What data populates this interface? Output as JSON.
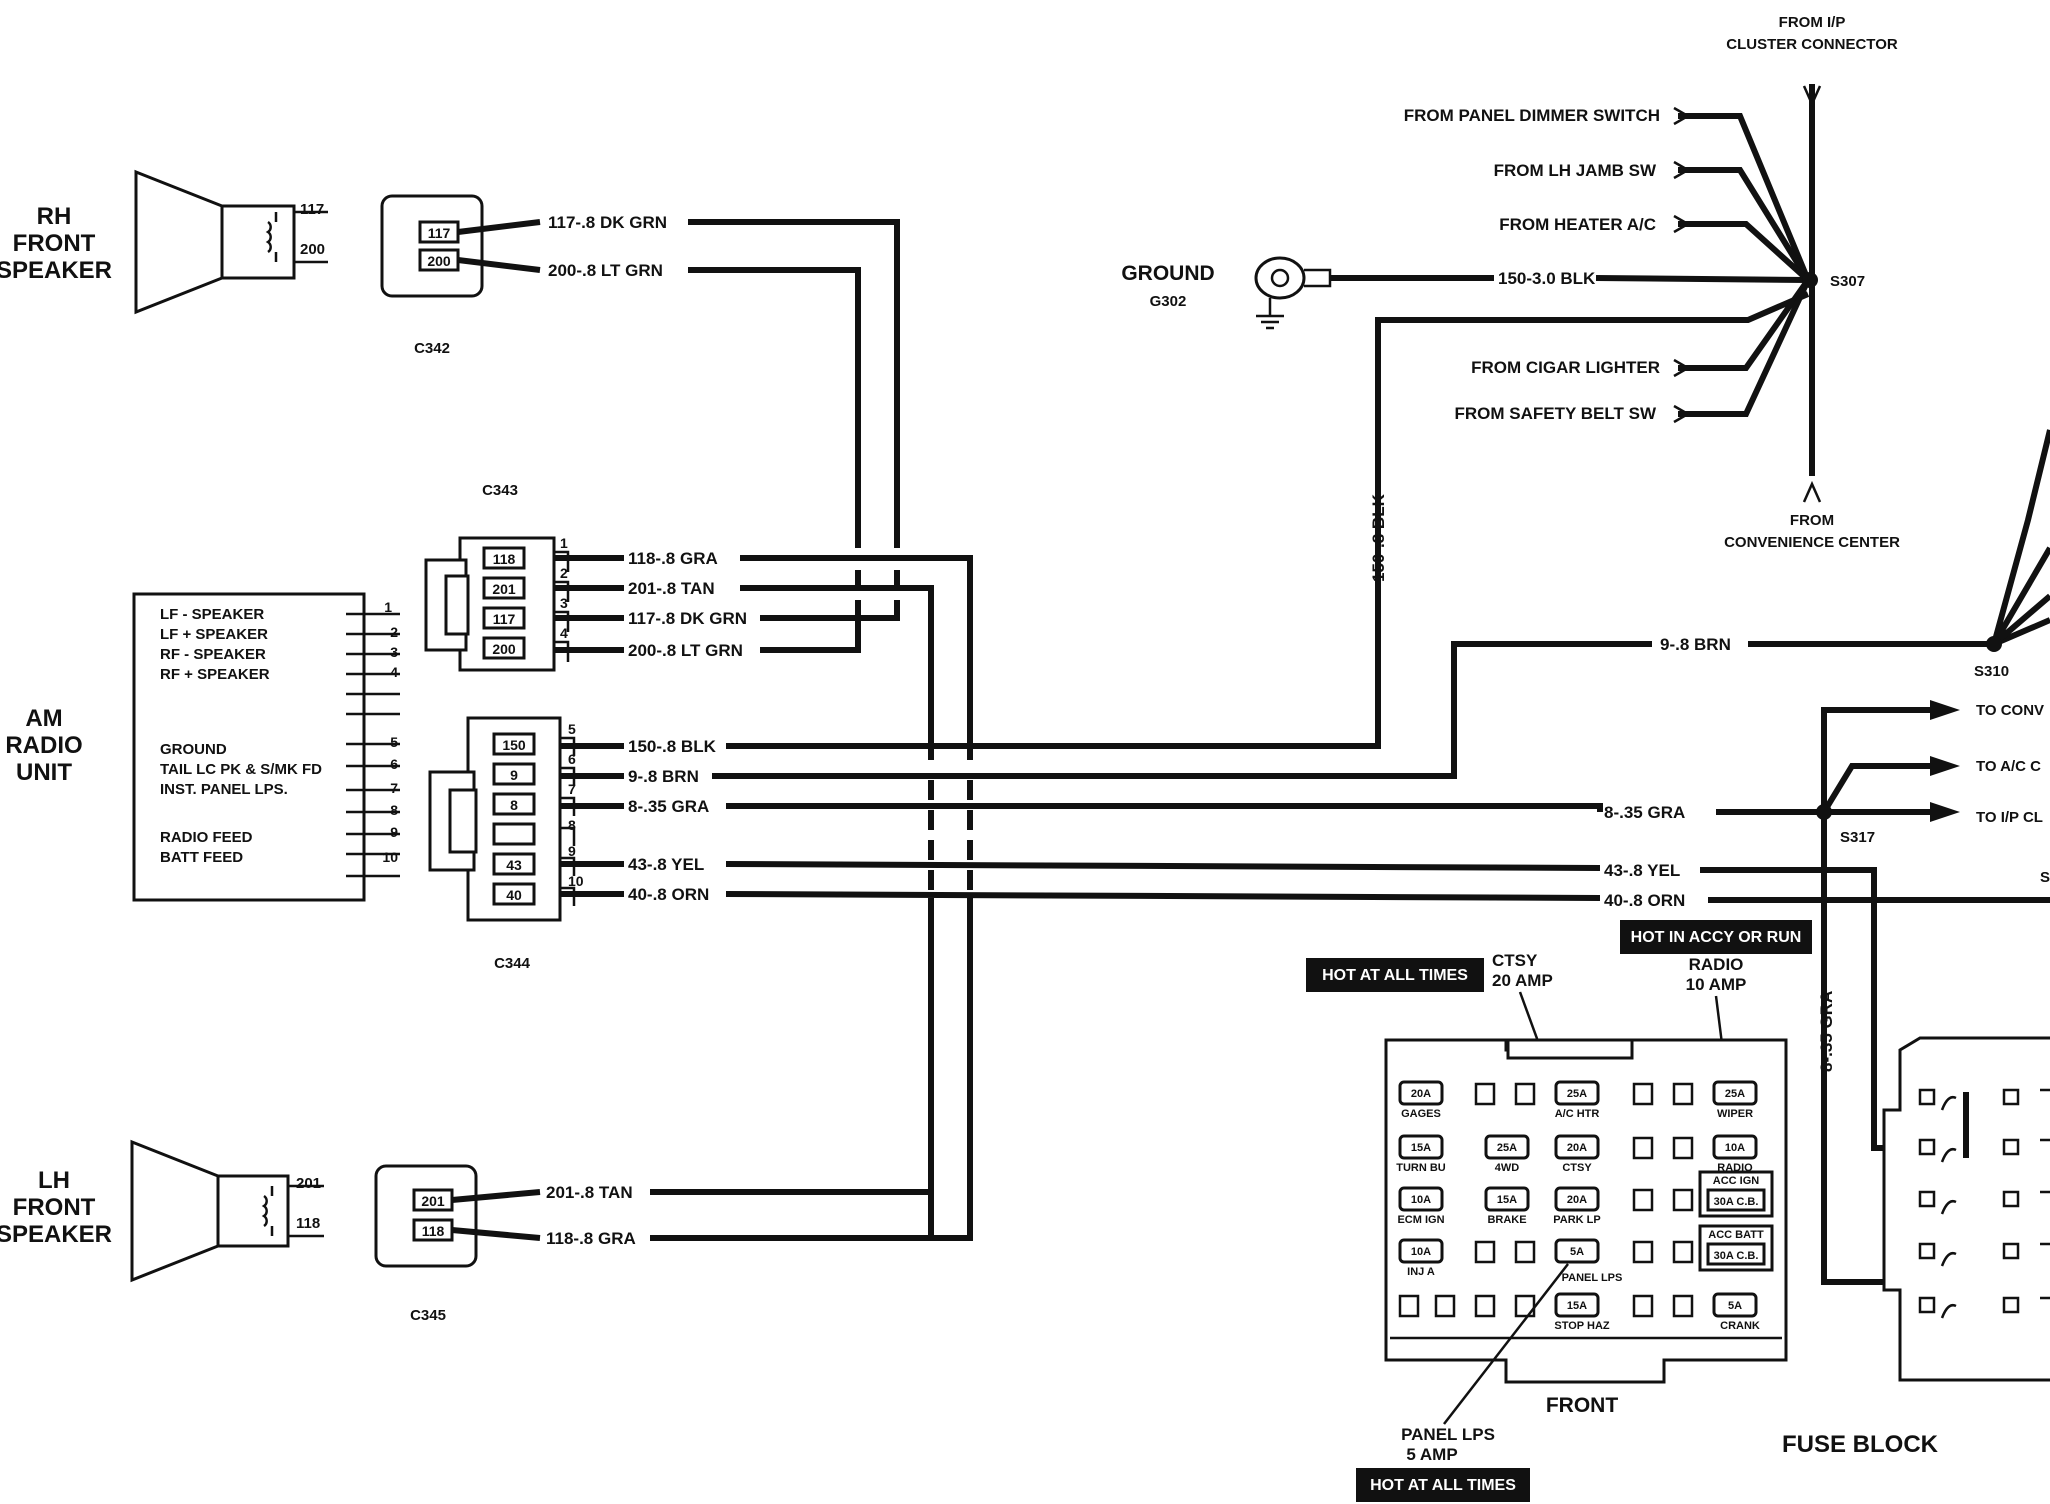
{
  "components": {
    "rh_speaker": {
      "label": [
        "RH",
        "FRONT",
        "SPEAKER"
      ],
      "terminals": [
        "117",
        "200"
      ]
    },
    "lh_speaker": {
      "label": [
        "LH",
        "FRONT",
        "SPEAKER"
      ],
      "terminals": [
        "201",
        "118"
      ]
    },
    "radio": {
      "label": [
        "AM",
        "RADIO",
        "UNIT"
      ],
      "functions": [
        "LF - SPEAKER",
        "LF + SPEAKER",
        "RF - SPEAKER",
        "RF + SPEAKER",
        "GROUND",
        "TAIL LC PK & S/MK FD",
        "INST. PANEL LPS.",
        "RADIO FEED",
        "BATT FEED"
      ],
      "pins": [
        "1",
        "2",
        "3",
        "4",
        "5",
        "6",
        "7",
        "8",
        "9",
        "10"
      ]
    },
    "ground": {
      "label": "GROUND",
      "id": "G302"
    }
  },
  "connectors": {
    "c342": {
      "name": "C342",
      "cavities": [
        "117",
        "200"
      ]
    },
    "c343": {
      "name": "C343",
      "cavities": [
        "118",
        "201",
        "117",
        "200"
      ],
      "pins": [
        "1",
        "2",
        "3",
        "4"
      ]
    },
    "c344": {
      "name": "C344",
      "cavities": [
        "150",
        "9",
        "8",
        "",
        "43",
        "40"
      ],
      "pins": [
        "5",
        "6",
        "7",
        "8",
        "9",
        "10"
      ]
    },
    "c345": {
      "name": "C345",
      "cavities": [
        "201",
        "118"
      ]
    }
  },
  "wires": {
    "c342_117": "117-.8 DK GRN",
    "c342_200": "200-.8 LT GRN",
    "c343_118": "118-.8 GRA",
    "c343_201": "201-.8 TAN",
    "c343_117": "117-.8 DK GRN",
    "c343_200": "200-.8 LT GRN",
    "c344_150": "150-.8 BLK",
    "c344_9": "9-.8 BRN",
    "c344_8": "8-.35 GRA",
    "c344_43": "43-.8 YEL",
    "c344_40": "40-.8 ORN",
    "c345_201": "201-.8 TAN",
    "c345_118": "118-.8 GRA",
    "ground_wire": "150-3.0 BLK",
    "vertical_150": "150-.8 BLK",
    "brn_right": "9-.8 BRN",
    "gra_right": "8-.35 GRA",
    "yel_right": "43-.8 YEL",
    "orn_right": "40-.8 ORN",
    "gra_vertical": "8-.35 GRA"
  },
  "splices": {
    "s307": "S307",
    "s310": "S310",
    "s317": "S317",
    "s_partial": "S"
  },
  "sources": {
    "ip_cluster": [
      "FROM I/P",
      "CLUSTER CONNECTOR"
    ],
    "panel_dimmer": "FROM PANEL DIMMER SWITCH",
    "lh_jamb": "FROM LH JAMB SW",
    "heater_ac": "FROM HEATER A/C",
    "cigar": "FROM CIGAR LIGHTER",
    "safety_belt": "FROM SAFETY BELT SW",
    "convenience": [
      "FROM",
      "CONVENIENCE CENTER"
    ]
  },
  "destinations": [
    "TO CONV",
    "TO A/C C",
    "TO I/P CL"
  ],
  "fuse_block": {
    "title": "FUSE BLOCK",
    "front": "FRONT",
    "callouts": {
      "hot_all_1": "HOT AT ALL TIMES",
      "ctsy": [
        "CTSY",
        "20 AMP"
      ],
      "hot_accy": "HOT IN ACCY OR RUN",
      "radio": [
        "RADIO",
        "10 AMP"
      ],
      "panel": [
        "PANEL LPS",
        "5 AMP"
      ],
      "hot_all_2": "HOT AT ALL TIMES"
    },
    "fuses": [
      {
        "rating": "20A",
        "name": "GAGES"
      },
      {
        "rating": "25A",
        "name": "A/C HTR"
      },
      {
        "rating": "25A",
        "name": "WIPER"
      },
      {
        "rating": "15A",
        "name": "TURN BU"
      },
      {
        "rating": "25A",
        "name": "4WD"
      },
      {
        "rating": "20A",
        "name": "CTSY"
      },
      {
        "rating": "10A",
        "name": "RADIO"
      },
      {
        "rating": "10A",
        "name": "ECM IGN"
      },
      {
        "rating": "15A",
        "name": "BRAKE"
      },
      {
        "rating": "20A",
        "name": "PARK LP"
      },
      {
        "rating": "10A",
        "name": "INJ A"
      },
      {
        "rating": "5A",
        "name": "PANEL LPS"
      },
      {
        "rating": "15A",
        "name": "STOP HAZ"
      },
      {
        "rating": "5A",
        "name": "CRANK"
      }
    ],
    "breakers": [
      {
        "rating": "30A C.B.",
        "name": "ACC IGN"
      },
      {
        "rating": "30A C.B.",
        "name": "ACC BATT"
      }
    ]
  }
}
